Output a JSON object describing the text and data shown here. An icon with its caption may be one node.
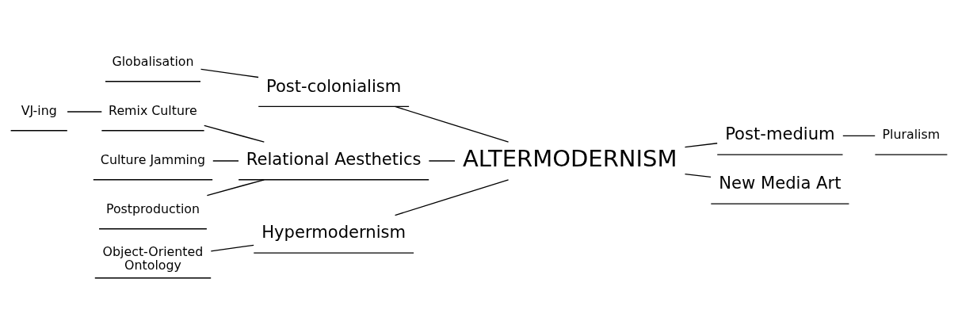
{
  "diagram": {
    "nodes": [
      {
        "text": [
          "Globalisation"
        ]
      },
      {
        "text": [
          "Post-colonialism"
        ]
      },
      {
        "text": [
          "VJ-ing"
        ]
      },
      {
        "text": [
          "Remix Culture"
        ]
      },
      {
        "text": [
          "Culture Jamming"
        ]
      },
      {
        "text": [
          "Relational Aesthetics"
        ]
      },
      {
        "text": [
          "Postproduction"
        ]
      },
      {
        "text": [
          "Object-Oriented Ontology"
        ]
      },
      {
        "text": [
          "Hypermodernism"
        ]
      },
      {
        "text": [
          "ALTERMODERNISM"
        ]
      },
      {
        "text": [
          "Post-medium"
        ]
      },
      {
        "text": [
          "Pluralism"
        ]
      },
      {
        "text": [
          "New Media Art"
        ]
      }
    ],
    "edges": [
      {
        "from": 0,
        "to": 1,
        "arrow": "none"
      },
      {
        "from": 1,
        "to": 9,
        "arrow": "none"
      },
      {
        "from": 2,
        "to": 3,
        "arrow": "none"
      },
      {
        "from": 3,
        "to": 5,
        "arrow": "none"
      },
      {
        "from": 4,
        "to": 5,
        "arrow": "none"
      },
      {
        "from": 6,
        "to": 5,
        "arrow": "none"
      },
      {
        "from": 5,
        "to": 9,
        "arrow": "none"
      },
      {
        "from": 7,
        "to": 8,
        "arrow": "none"
      },
      {
        "from": 8,
        "to": 9,
        "arrow": "none"
      },
      {
        "from": 9,
        "to": 10,
        "arrow": "none"
      },
      {
        "from": 10,
        "to": 11,
        "arrow": "none"
      },
      {
        "from": 9,
        "to": 12,
        "arrow": "none"
      }
    ]
  }
}
